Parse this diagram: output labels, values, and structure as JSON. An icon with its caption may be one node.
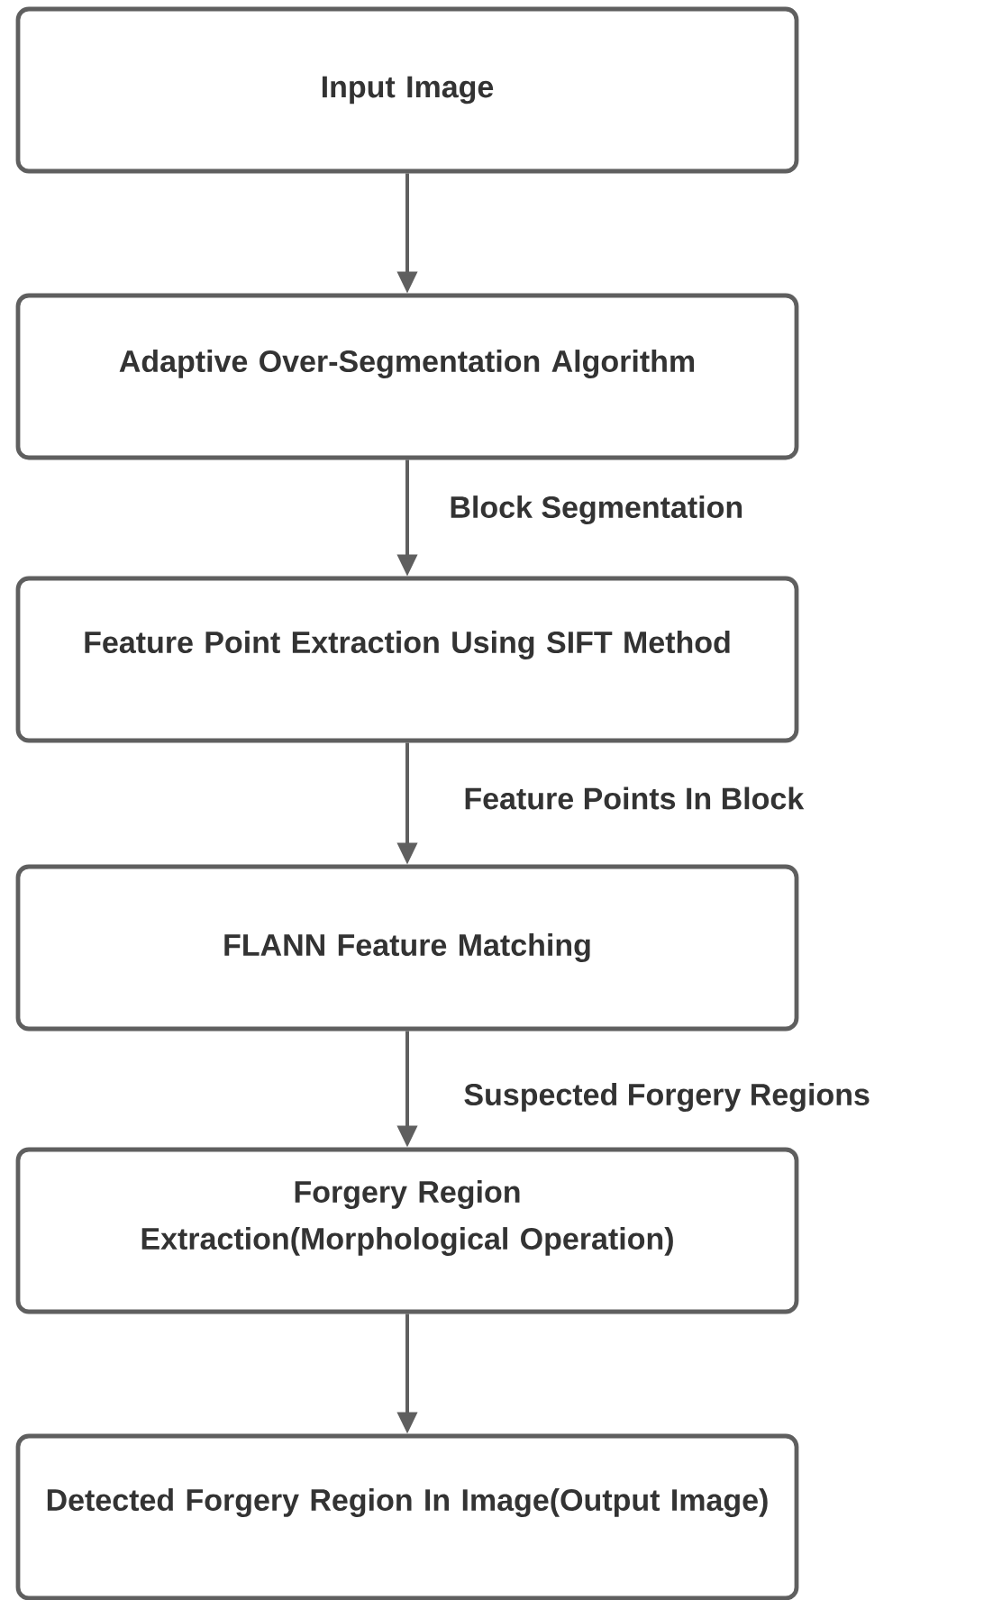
{
  "diagram": {
    "nodes": [
      {
        "text": [
          "Input Image"
        ]
      },
      {
        "text": [
          "Adaptive Over-Segmentation Algorithm"
        ]
      },
      {
        "text": [
          "Feature Point Extraction Using SIFT Method"
        ]
      },
      {
        "text": [
          "FLANN Feature Matching"
        ]
      },
      {
        "text": [
          "Forgery Region Extraction(Morphological Operation)"
        ]
      },
      {
        "text": [
          "Detected Forgery Region In Image(Output Image)"
        ]
      }
    ],
    "edges": [
      {
        "from": 0,
        "to": 1,
        "arrow": "to"
      },
      {
        "from": 1,
        "to": 2,
        "arrow": "to",
        "label": "Block Segmentation"
      },
      {
        "from": 2,
        "to": 3,
        "arrow": "to",
        "label": "Feature Points In Block"
      },
      {
        "from": 3,
        "to": 4,
        "arrow": "to",
        "label": "Suspected Forgery Regions"
      },
      {
        "from": 4,
        "to": 5,
        "arrow": "to"
      }
    ]
  }
}
